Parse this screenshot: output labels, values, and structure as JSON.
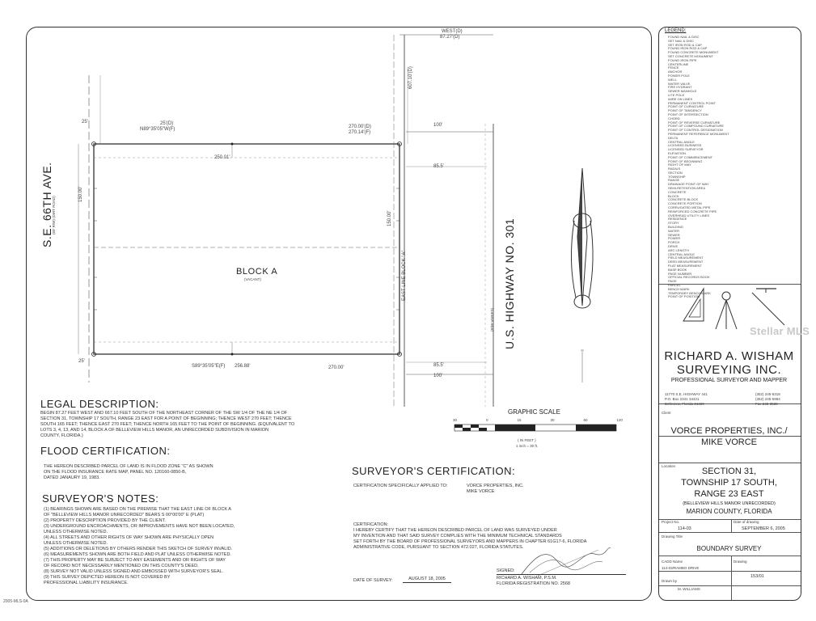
{
  "plat": {
    "street_west": "S.E. 66TH AVE.",
    "street_west_sub": "(60' R/W) (DIRT ROAD)",
    "highway": "U.S. HIGHWAY NO. 301",
    "highway_sub": "(R/W VARIES)",
    "block_label": "BLOCK A",
    "block_sub": "(VACANT)",
    "east_line": "EAST LINE BLOCK \"A\"",
    "bearing_north": "N89°35'05\"W(F)",
    "dist_north_1": "270.00'(D)",
    "dist_north_2": "270.14'(F)",
    "dist_north_3": "250.01'",
    "dist_north_4": "25'(D)",
    "bearing_south": "S89°35'05\"E(F)",
    "dist_south_1": "256.88'",
    "dist_south_2": "270.00'",
    "dist_west": "150.00'",
    "dist_east": "150.00'",
    "dist_100_top": "100'",
    "dist_100_bot": "100'",
    "dist_85_top": "85.5'",
    "dist_85_bot": "85.5'",
    "west_top": "WEST(D)",
    "west_top_2": "87.27'(D)",
    "north_607": "607.10'(D)",
    "scale_title": "GRAPHIC SCALE",
    "scale_unit": "( IN FEET )",
    "scale_ratio": "1 inch = 30 ft.",
    "scale_ticks": [
      "30",
      "0",
      "15",
      "30",
      "60",
      "120"
    ],
    "dim_25_nw": "25'",
    "dim_25_sw": "25'"
  },
  "legal": {
    "title": "LEGAL DESCRIPTION:",
    "lines": [
      "BEGIN 87.27 FEET WEST AND 667.10 FEET SOUTH OF THE NORTHEAST CORNER OF THE SW 1/4 OF THE NE 1/4 OF",
      "SECTION 31, TOWNSHIP 17 SOUTH, RANGE 23 EAST FOR A POINT OF BEGINNING; THENCE WEST 270 FEET; THENCE",
      "SOUTH 165 FEET; THENCE EAST 270 FEET; THENCE NORTH 165 FEET TO THE POINT OF BEGINNING. (EQUIVALENT TO",
      "LOTS 3, 4, 13, AND 14, BLOCK A OF BELLEVIEW HILLS MANOR, AN UNRECORDED SUBDIVISION IN MARION",
      "COUNTY, FLORIDA.)"
    ]
  },
  "flood": {
    "title": "FLOOD CERTIFICATION:",
    "lines": [
      "THE HEREON DESCRIBED PARCEL OF LAND IS IN FLOOD ZONE \"C\" AS SHOWN",
      "ON THE FLOOD INSURANCE RATE MAP, PANEL NO. 120160-0850-B,",
      "DATED JANAURY 19, 1983."
    ]
  },
  "notes": {
    "title": "SURVEYOR'S NOTES:",
    "lines": [
      "(1) BEARINGS SHOWN ARE BASED ON THE PREMISE THAT THE EAST LINE OF BLOCK A",
      "     OF \"BELLEVIEW HILLS MANOR UNRECORDED\" BEARS S 00°00'00\" E (PLAT)",
      "(2) PROPERTY DESCRIPTION PROVIDED BY THE CLIENT.",
      "(3) UNDERGROUND ENCROACHMENTS, OR IMPROVEMENTS HAVE NOT BEEN LOCATED,",
      "     UNLESS OTHERWISE NOTED.",
      "(4) ALL STREETS AND OTHER RIGHTS OF WAY SHOWN ARE PHYSICALLY OPEN",
      "     UNLESS OTHERWISE NOTED.",
      "(5) ADDITIONS OR DELETIONS BY OTHERS RENDER THIS SKETCH OF SURVEY INVALID.",
      "(6) MEASUREMENTS SHOWN ARE BOTH FIELD AND PLAT UNLESS OTHERWISE NOTED.",
      "(7) THIS PROPERTY MAY BE SUBJECT TO ANY EASEMENTS AND OR RIGHTS OF WAY",
      "     OF RECORD NOT NECESSARILY MENTIONED ON THIS COUNTY'S DEED.",
      "(8) SURVEY NOT VALID UNLESS SIGNED AND EMBOSSED WITH SURVEYOR'S SEAL.",
      "(9) THIS SURVEY DEPICTED HEREON IS NOT COVERED BY",
      "     PROFESSIONAL LIABILITY INSURANCE."
    ]
  },
  "certification": {
    "title": "SURVEYOR'S CERTIFICATION:",
    "applies_label": "CERTIFICATION SPECIFICALLY APPLIED TO:",
    "applies_1": "VORCE PROPERTIES, INC.",
    "applies_2": "MIKE VORCE",
    "cert_head": "CERTIFICATION:",
    "cert_lines": [
      "I HEREBY CERTIFY THAT THE HEREON DESCRIBED PARCEL OF LAND WAS SURVEYED UNDER",
      "MY INVENTION AND THAT SAID SURVEY COMPLIES WITH THE MINIMUM TECHNICAL STANDARDS",
      "SET FORTH BY THE BOARD OF PROFESSIONAL SURVEYORS AND MAPPERS IN CHAPTER 61G17-6, FLORIDA",
      "ADMINISTRATIVE CODE, PURSUANT TO SECTION 472.027, FLORIDA STATUTES."
    ],
    "date_label": "DATE OF SURVEY:",
    "date_value": "AUGUST 18, 2005",
    "signed_label": "SIGNED:",
    "signer": "RICHARD A. WISHAM, P.S.M.",
    "registration": "FLORIDA REGISTRATION NO. 2568"
  },
  "titleblock": {
    "legend_title": "LEGEND:",
    "legend_items": [
      "FOUND NAIL & DISC",
      "SET NAIL & DISC",
      "SET IRON ROD & CAP",
      "FOUND IRON ROD & CAP",
      "FOUND CONCRETE MONUMENT",
      "SET CONCRETE MONUMENT",
      "FOUND IRON PIPE",
      "CENTERLINE",
      "FENCE",
      "ANCHOR",
      "POWER POLE",
      "WELL",
      "WATER VALVE",
      "FIRE HYDRANT",
      "SEWER MANHOLE",
      "LITE POLE",
      "WIRE ON LINES",
      "PERMANENT CONTROL POINT",
      "POINT OF CURVATURE",
      "POINT OF TANGENCY",
      "POINT OF INTERSECTION",
      "CHORD",
      "POINT OF REVERSE CURVATURE",
      "POINT OF COMPOUND CURVATURE",
      "POINT OF CONTROL DESIGNATION",
      "PERMANENT REFERENCE MONUMENT",
      "DELTA",
      "CENTRAL ANGLE",
      "LICENSED BUSINESS",
      "LICENSED SURVEYOR",
      "ELEVATION",
      "POINT OF COMMENCEMENT",
      "POINT OF BEGINNING",
      "RIGHT OF WAY",
      "RADIUS",
      "SECTION",
      "TOWNSHIP",
      "RANGE",
      "DRAINAGE POINT OF WAY",
      "SEMI-RETENTION AREA",
      "CONCRETE",
      "BLOCK",
      "CONCRETE BLOCK",
      "CONCRETE PORTION",
      "CORRUGATED METAL PIPE",
      "REINFORCED CONCRETE PIPE",
      "OVERHEAD UTILITY LINES",
      "RESIDENCE",
      "STORY",
      "BUILDING",
      "WATER",
      "SEWER",
      "POWER",
      "PORCH",
      "DRIVE",
      "ARC LENGTH",
      "CENTRAL ANGLE",
      "FIELD MEASUREMENT",
      "DEED MEASUREMENT",
      "PLAT MEASUREMENT",
      "BASE BOOK",
      "PAGE NUMBER",
      "OFFICIAL RECORDS BOOK",
      "PAGE",
      "PARCEL",
      "BENCH MARK",
      "TEMPORARY BENCH MARK",
      "POINT OF POSITION"
    ],
    "company_1": "RICHARD A. WISHAM",
    "company_2": "SURVEYING INC.",
    "company_sub": "PROFESSIONAL SURVEYOR AND MAPPER",
    "address_1": "11770 S.E. HIGHWAY 441",
    "address_2": "P.O. Box 2341  34421",
    "address_3": "Belleview, Florida 34420",
    "phone_1": "(352) 245-5318",
    "phone_2": "(352) 245-5994",
    "phone_3": "Fax 245-3539",
    "client_label": "Client",
    "client_1": "VORCE PROPERTIES, INC./",
    "client_2": "MIKE VORCE",
    "location_label": "Location",
    "location_1": "SECTION 31,",
    "location_2": "TOWNSHIP 17 SOUTH,",
    "location_3": "RANGE 23 EAST",
    "location_4": "(BELLEVIEW HILLS MANOR UNRECORDED)",
    "location_5": "MARION COUNTY, FLORIDA",
    "project_label": "Project No.",
    "project_value": "114-03",
    "drawing_date_label": "Date of drawing",
    "drawing_date_value": "SEPTEMBER 6, 2005",
    "drawing_title_label": "Drawing Title",
    "drawing_title": "BOUNDARY SURVEY",
    "file_label": "CADD Name",
    "file_value": "114-03/RAMBO DRIVE",
    "drawn_label": "Drawn by",
    "drawn_value": "M. WILLIAMS",
    "sheet_label": "Drawing",
    "sheet_value": "153/01",
    "watermark": "Stellar MLS"
  },
  "footer": {
    "corner": "2005-MLS-0A"
  }
}
